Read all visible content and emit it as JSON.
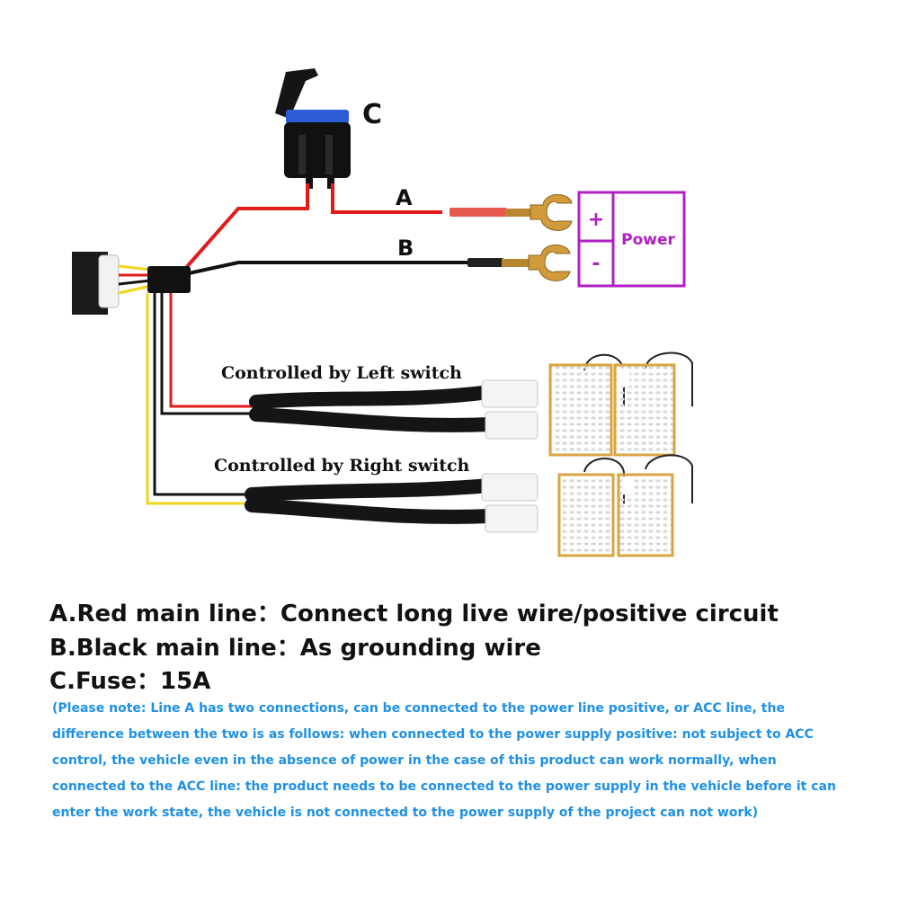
{
  "diagram": {
    "fuse_label": "C",
    "line_a_label": "A",
    "line_b_label": "B",
    "power_plus": "+",
    "power_minus": "-",
    "power_label": "Power",
    "left_switch_label": "Controlled by Left switch",
    "right_switch_label": "Controlled by Right switch",
    "colors": {
      "red_wire": "#e31b1b",
      "black_wire": "#111111",
      "yellow_wire": "#f2d41a",
      "power_box": "#b01fc4",
      "pad_border": "#d9a441",
      "connector_white": "#f4f4f4",
      "fuse_blue": "#2b5cd6"
    }
  },
  "legend": {
    "line_a": "A.Red main line：Connect long live wire/positive circuit",
    "line_b": "B.Black main line：As grounding wire",
    "line_c": "C.Fuse：15A"
  },
  "note": "(Please note: Line A has two connections, can be connected to the power line positive, or ACC line, the difference between the two is as follows: when connected to the power supply positive: not subject to ACC control, the vehicle even in the absence of power in the case of this product can work normally, when connected to the ACC line: the product needs to be connected to the power supply in the vehicle before it can enter the work state, the vehicle is not connected to the power supply of the project can not work)"
}
